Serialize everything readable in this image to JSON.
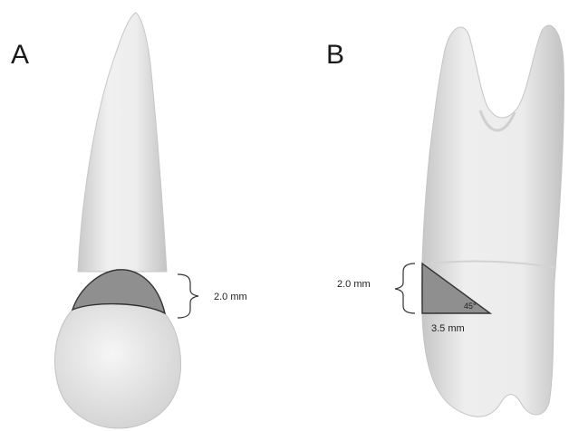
{
  "panels": {
    "a": {
      "label": "A",
      "measurement": "2.0 mm"
    },
    "b": {
      "label": "B",
      "vertical_measurement": "2.0 mm",
      "horizontal_measurement": "3.5 mm",
      "angle": "45°"
    }
  },
  "colors": {
    "tooth": "#ebebeb",
    "tooth_shadow": "#c8c8c8",
    "tooth_outline": "#bdbdbd",
    "shaded_region": "#8f8f8f",
    "region_outline": "#333333"
  }
}
